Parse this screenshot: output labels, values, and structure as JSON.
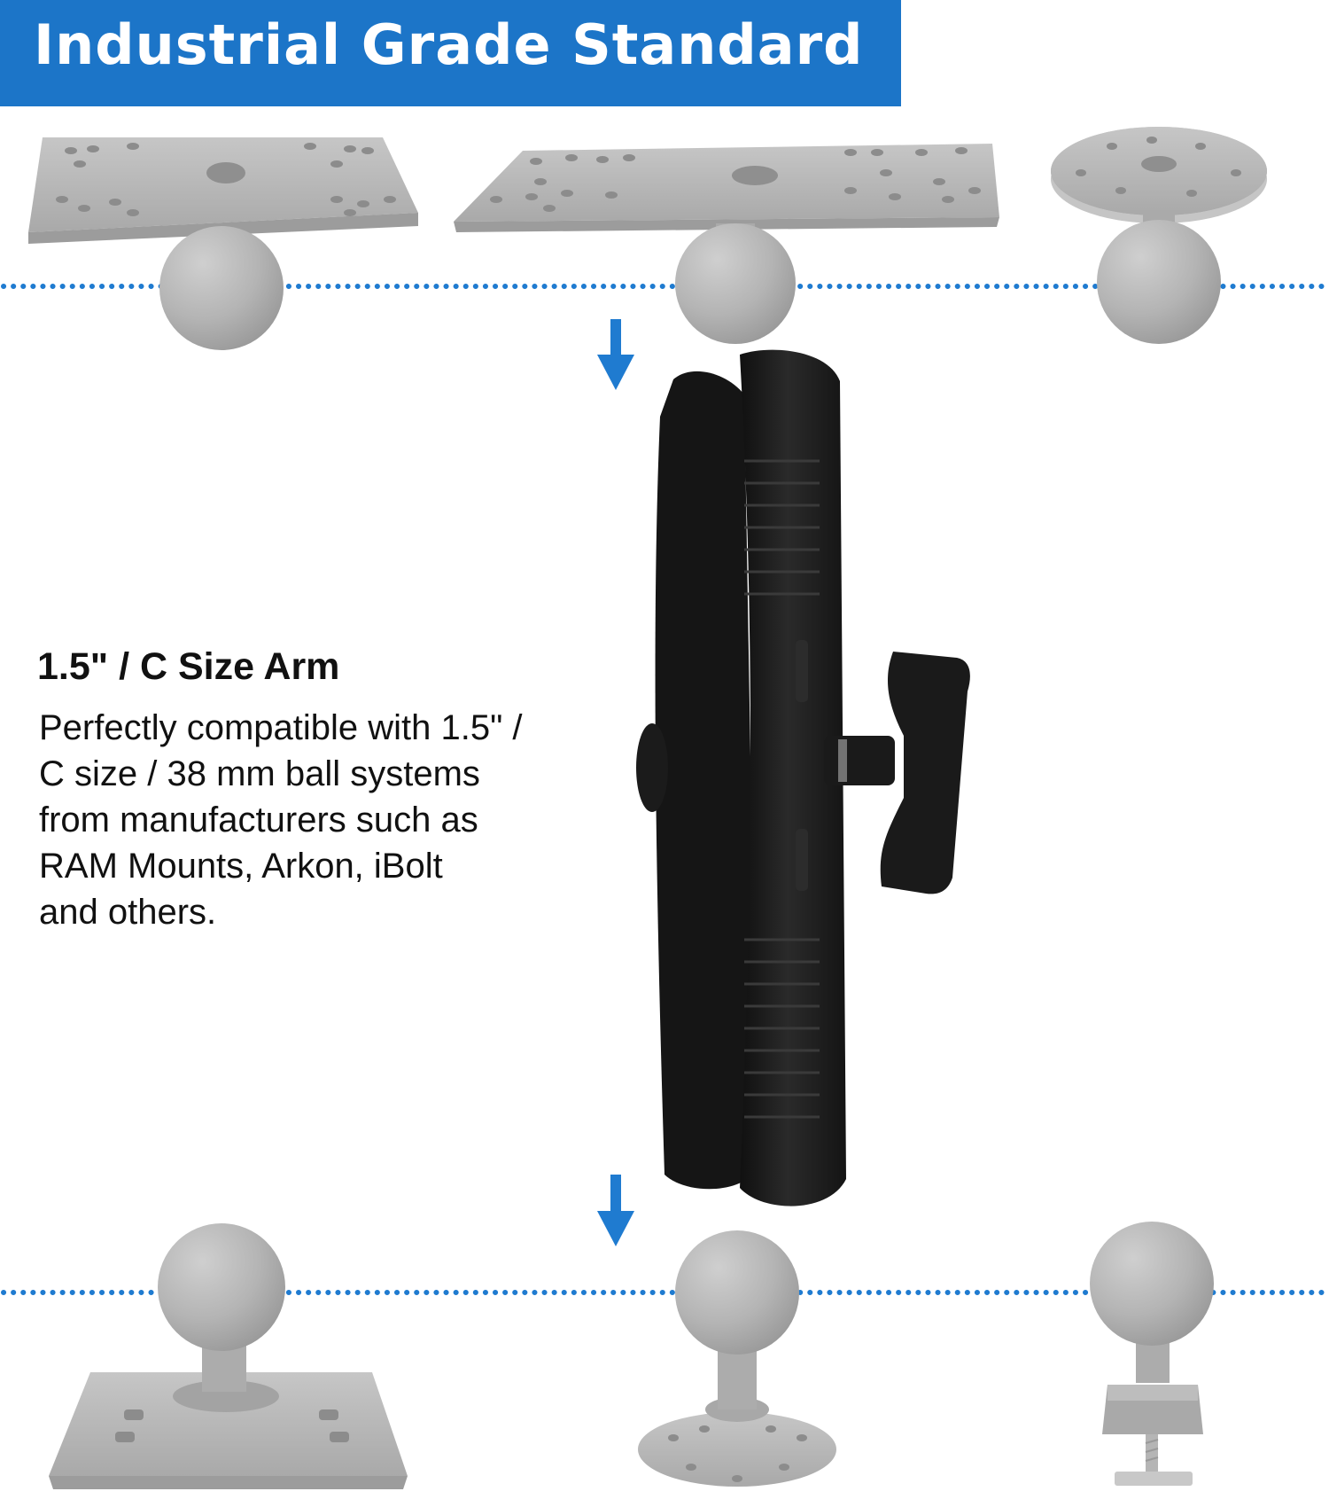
{
  "banner": {
    "title": "Industrial Grade Standard"
  },
  "arm": {
    "heading": "1.5\" / C Size Arm",
    "description_lines": [
      "Perfectly compatible with 1.5\" /",
      "C size / 38 mm ball systems",
      "from manufacturers such as",
      "RAM Mounts, Arkon, iBolt",
      "and others."
    ]
  },
  "colors": {
    "banner": "#1c75c8",
    "dotted_line": "#1f7bd0",
    "arrow": "#1f7bd0",
    "mount_gray": "#b8b8b8",
    "arm_black": "#1a1a1a"
  },
  "icons": {
    "top_arrow": "arrow-down-icon",
    "bottom_arrow": "arrow-down-icon"
  }
}
